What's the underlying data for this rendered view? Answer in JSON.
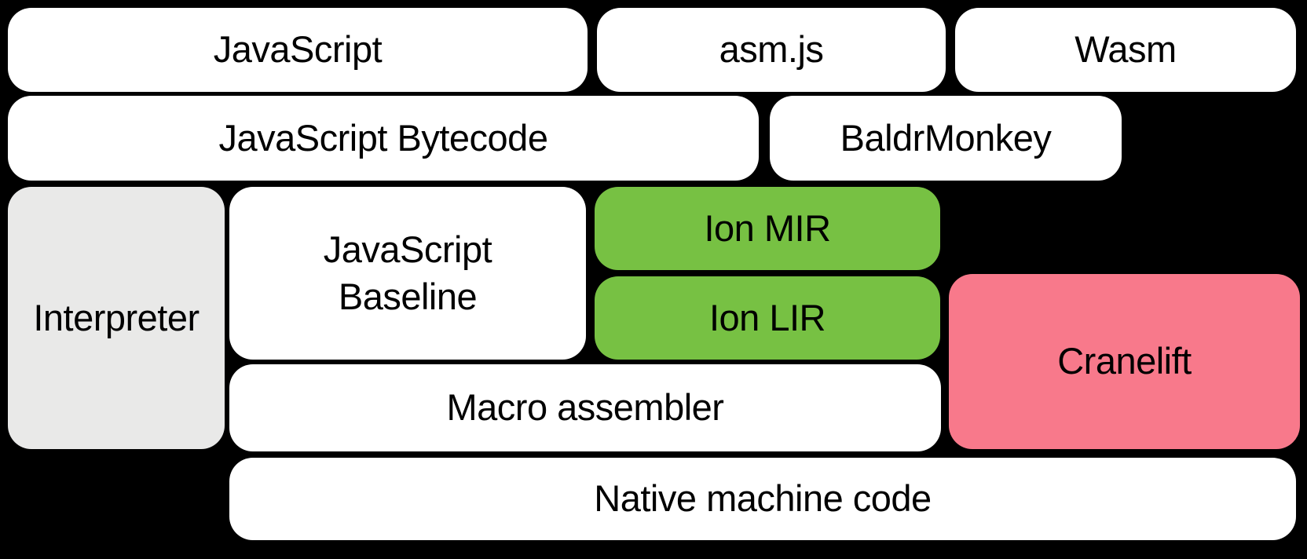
{
  "canvas": {
    "background": "#000000",
    "text_color": "#000000"
  },
  "colors": {
    "default_box": "#ffffff",
    "interpreter_gray": "#e9e9e8",
    "ion_green": "#77c143",
    "cranelift_pink": "#f8798b"
  },
  "boxes": [
    {
      "id": "javascript",
      "label": "JavaScript",
      "fill": "#ffffff"
    },
    {
      "id": "asmjs",
      "label": "asm.js",
      "fill": "#ffffff"
    },
    {
      "id": "wasm",
      "label": "Wasm",
      "fill": "#ffffff"
    },
    {
      "id": "js-bytecode",
      "label": "JavaScript Bytecode",
      "fill": "#ffffff"
    },
    {
      "id": "baldrmonkey",
      "label": "BaldrMonkey",
      "fill": "#ffffff"
    },
    {
      "id": "interpreter",
      "label": "Interpreter",
      "fill": "#e9e9e8"
    },
    {
      "id": "js-baseline",
      "label": "JavaScript\nBaseline",
      "fill": "#ffffff"
    },
    {
      "id": "ion-mir",
      "label": "Ion MIR",
      "fill": "#77c143"
    },
    {
      "id": "ion-lir",
      "label": "Ion LIR",
      "fill": "#77c143"
    },
    {
      "id": "cranelift",
      "label": "Cranelift",
      "fill": "#f8798b"
    },
    {
      "id": "macro-assembler",
      "label": "Macro assembler",
      "fill": "#ffffff"
    },
    {
      "id": "native-machine-code",
      "label": "Native machine code",
      "fill": "#ffffff"
    }
  ]
}
